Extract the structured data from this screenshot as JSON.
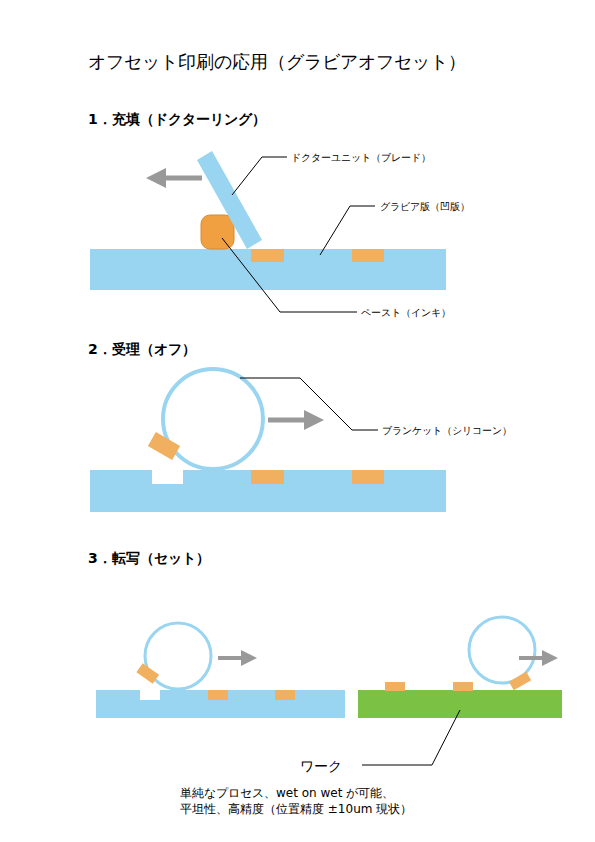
{
  "diagram": {
    "title": "オフセット印刷の応用（グラビアオフセット）",
    "labels": [
      "1．充填（ドクターリング）",
      "2．受理（オフ）",
      "3．転写（セット）",
      "ドクターユニット（ブレード）",
      "グラビア版（凹版）",
      "ペースト（インキ）",
      "ブランケット（シリコーン）",
      "ワーク",
      "単純なプロセス、wet on wet が可能、",
      "平坦性、高精度（位置精度 ±10um 現状）"
    ]
  }
}
